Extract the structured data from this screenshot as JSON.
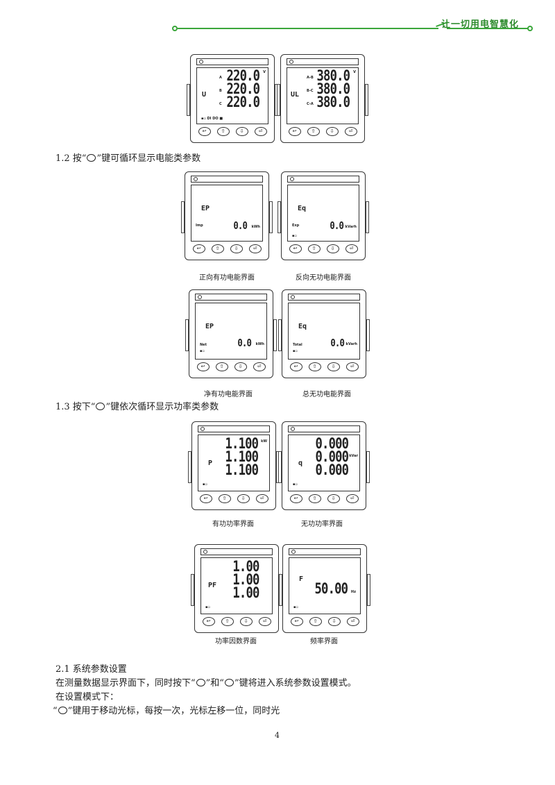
{
  "header": {
    "slogan": "让一切用电智慧化"
  },
  "meter_buttons": [
    "↩",
    "⇧",
    "⇩",
    "⏎"
  ],
  "meters": {
    "voltage_phase": {
      "symbol": "U",
      "unit": "V",
      "labels": [
        "A",
        "B",
        "C"
      ],
      "values": [
        "220.0",
        "220.0",
        "220.0"
      ]
    },
    "voltage_line": {
      "symbol": "UL",
      "unit": "V",
      "labels": [
        "A-B",
        "B-C",
        "C-A"
      ],
      "values": [
        "380.0",
        "380.0",
        "380.0"
      ]
    },
    "fwd_active_energy": {
      "symbol": "EP",
      "tag": "Imp",
      "value": "0.0",
      "unit": "kWh"
    },
    "rev_reactive_energy": {
      "symbol": "Eq",
      "tag": "Exp",
      "value": "0.0",
      "unit": "kVarh"
    },
    "net_active_energy": {
      "symbol": "EP",
      "tag": "Net",
      "value": "0.0",
      "unit": "kWh"
    },
    "total_reactive_energy": {
      "symbol": "Eq",
      "tag": "Total",
      "value": "0.0",
      "unit": "kVarh"
    },
    "active_power": {
      "symbol": "P",
      "unit": "kW",
      "values": [
        "1.100",
        "1.100",
        "1.100"
      ]
    },
    "reactive_power": {
      "symbol": "q",
      "unit": "kVar",
      "values": [
        "0.000",
        "0.000",
        "0.000"
      ]
    },
    "power_factor": {
      "symbol": "PF",
      "values": [
        "1.00",
        "1.00",
        "1.00"
      ]
    },
    "frequency": {
      "symbol": "F",
      "value": "50.00",
      "unit": "Hz"
    }
  },
  "sections": {
    "s12": {
      "before": "1.2 按“",
      "after": "”键可循环显示电能类参数"
    },
    "s13": {
      "before": "1.3 按下“",
      "after": "”键依次循环显示功率类参数"
    },
    "s21": {
      "title": "2.1 系统参数设置"
    }
  },
  "captions": {
    "fwd_active": "正向有功电能界面",
    "rev_reactive": "反向无功电能界面",
    "net_active": "净有功电能界面",
    "total_reactive": "总无功电能界面",
    "active_power": "有功功率界面",
    "reactive_power": "无功功率界面",
    "power_factor": "功率因数界面",
    "frequency": "频率界面"
  },
  "paragraphs": {
    "p1_a": "在测量数据显示界面下，同时按下“",
    "p1_b": "”和“",
    "p1_c": "”键将进入系统参数设置模式。",
    "p2": "在设置模式下：",
    "p3_a": "“",
    "p3_b": "”键用于移动光标，每按一次，光标左移一位，同时光"
  },
  "page_number": "4"
}
